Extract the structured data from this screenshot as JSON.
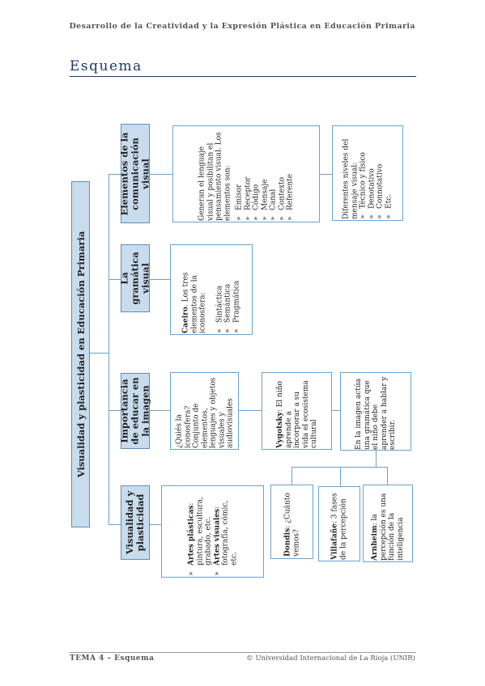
{
  "header": {
    "title": "Desarrollo de la Creatividad y la Expresión Plástica en Educación Primaria"
  },
  "page_title": "Esquema",
  "diagram": {
    "root": "Visualidad y plasticidad en Educación Primaria",
    "categories": {
      "elementos": "Elementos de la comunicación visual",
      "gramatica": "La gramática visual",
      "importancia": "Importancia de educar en la imagen",
      "visualidad": "Visualidad y plasticidad"
    },
    "elementos": {
      "box1_intro": "Generan el lenguaje visual y posibilitan el pensamiento visual. Los elementos son:",
      "box1_items": [
        "Emisor",
        "Receptor",
        "Código",
        "Mensaje",
        "Canal",
        "Contexto",
        "Referente"
      ],
      "box2_intro": "Diferentes niveles del mensaje visual:",
      "box2_items": [
        "Técnico y físico",
        "Denotativo",
        "Connotativo",
        "Etc."
      ]
    },
    "gramatica": {
      "author": "Caeiro",
      "text": ". Los tres elementos de la iconosfera:",
      "items": [
        "Sintáctica",
        "Semántica",
        "Pragmática"
      ]
    },
    "importancia": {
      "box1": "¿Quiés la iconosfera? Conjunto de elementos, lenguajes y objetos visuales y audiovisuales",
      "box2_author": "Vygotsky",
      "box2_text": ": El niño aprende a incorporar a su vida el ecosistema cultural",
      "box3": "En la imagen actúa una gramática que el niño debe aprender a hablar y escribir."
    },
    "visualidad": {
      "artes_plasticas_label": "Artes plásticas",
      "artes_plasticas_text": ": pintura, escultura, grabado, etc.",
      "artes_visuales_label": "Artes visuales",
      "artes_visuales_text": ": fotografía, cómic, etc.",
      "dondis_author": "Dondis",
      "dondis_text": ": ¿Cuánto vemos?",
      "villafane_author": "Villafañe",
      "villafane_text": ": 3 fases de la percepción",
      "arnheim_author": "Arnheim",
      "arnheim_text": ": la percepción es una función de la inteligencia"
    }
  },
  "footer": {
    "left": "TEMA 4 – Esquema",
    "right": "© Universidad Internacional de La Rioja (UNIR)"
  }
}
